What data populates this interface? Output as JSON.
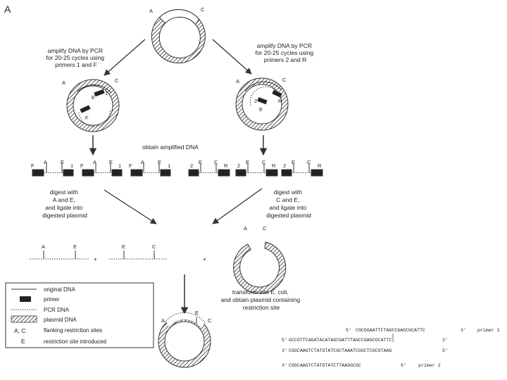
{
  "panel_label": "A",
  "sites": {
    "A": "A",
    "C": "C",
    "E": "E",
    "F": "F",
    "R": "R",
    "one": "1",
    "two": "2"
  },
  "left_step": [
    "amplify DNA by PCR",
    "for 20-25 cycles using",
    "primers 1 and F"
  ],
  "right_step": [
    "amplify DNA by PCR",
    "for 20-25 cycles using",
    "primers 2 and R"
  ],
  "obtain_label": "obtain amplified DNA",
  "left_digest": [
    "digest with",
    "A and E,",
    "and ligate into",
    "digested plasmid"
  ],
  "right_digest": [
    "digest with",
    "C and E,",
    "and ligate into",
    "digested plasmid"
  ],
  "plus": "+",
  "transform": [
    "transform into E. coli,",
    "and obtain plasmid containing",
    "restriction site"
  ],
  "legend": [
    {
      "label": "original DNA",
      "icon": "solid-line"
    },
    {
      "label": "primer",
      "icon": "black-box"
    },
    {
      "label": "PCR DNA",
      "icon": "dotted-line"
    },
    {
      "label": "plasmid DNA",
      "icon": "hatched-box"
    },
    {
      "label": "flanking restriction sites",
      "key": "A, C"
    },
    {
      "label": "restriction site introduced",
      "key": "E"
    }
  ],
  "sequences": [
    {
      "five": "5'",
      "seq": "CGCGGAATTCTAGCCGAGCGCATTC",
      "three": "3'",
      "name": "primer 1"
    },
    {
      "five": "5'",
      "seq": "GCCGTTCAGATACATAGCGATTTAGCCGAGCGCATTC",
      "three": "3'",
      "name": ""
    },
    {
      "five": "3'",
      "seq": "CGGCAAGTCTATGTATCGCTAAATCGGCTCGCGTAAG",
      "three": "5'",
      "name": ""
    },
    {
      "five": "3'",
      "seq": "CGGCAAGTCTATGTATCTTAAGGCGC",
      "three": "5'",
      "name": "primer 2"
    }
  ]
}
